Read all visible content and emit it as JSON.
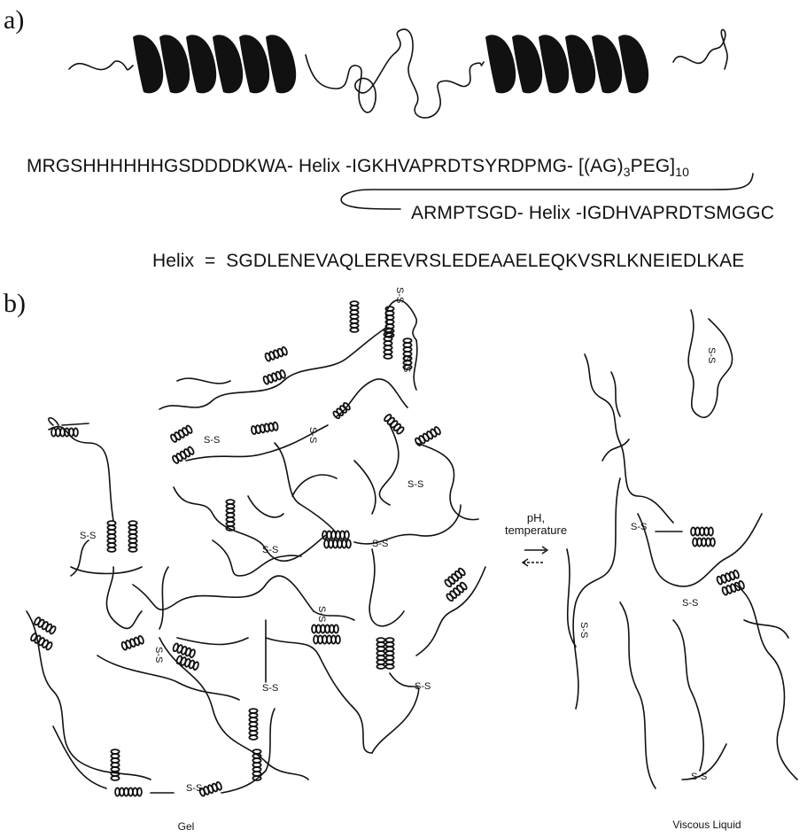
{
  "panel_a": {
    "label": "a)",
    "seq_line1_prefix": "MRGSHHHHHHGSDDDDKWA- Helix -IGKHVAPRDTSYRDPMG- [(AG)",
    "seq_line1_sub1": "3",
    "seq_line1_mid": "PEG]",
    "seq_line1_sub2": "10",
    "seq_line2": "ARMPTSGD- Helix -IGDHVAPRDTSMGGC",
    "helix_def": "Helix  =  SGDLENEVAQLEREVRSLEDEAAELEQKVSRLKNEIEDLKAE"
  },
  "panel_b": {
    "label": "b)",
    "gel_label": "Gel",
    "liquid_label": "Viscous Liquid",
    "transition_label_1": "pH,",
    "transition_label_2": "temperature",
    "forward_arrow": "→",
    "reverse_arrow": "←",
    "disulfide_label": "S-S"
  },
  "colors": {
    "ink": "#111111",
    "background": "#ffffff"
  }
}
